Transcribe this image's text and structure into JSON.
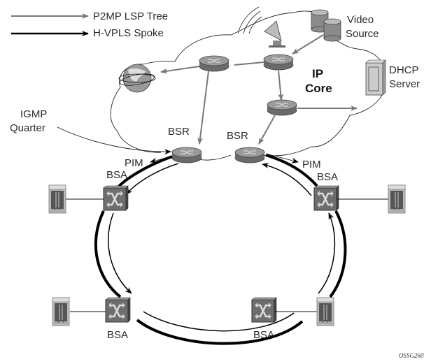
{
  "legend": {
    "items": [
      {
        "label": "P2MP LSP Tree",
        "style": "gray-arrow",
        "color": "#777777"
      },
      {
        "label": "H-VPLS Spoke",
        "style": "black-arrow",
        "color": "#000000"
      }
    ]
  },
  "cloud": {
    "label_line1": "IP",
    "label_line2": "Core"
  },
  "nodes": {
    "video_source": {
      "line1": "Video",
      "line2": "Source"
    },
    "dhcp_server": {
      "line1": "DHCP",
      "line2": "Server"
    },
    "igmp_querier": {
      "line1": "IGMP",
      "line2": "Quarter"
    },
    "bsr_left": "BSR",
    "bsr_right": "BSR",
    "pim_left": "PIM",
    "pim_right": "PIM",
    "bsa_top_left": "BSA",
    "bsa_top_right": "BSA",
    "bsa_bottom_left": "BSA",
    "bsa_bottom_right": "BSA"
  },
  "figure_id": "OSSG260",
  "colors": {
    "p2mp": "#777777",
    "spoke": "#000000",
    "router": "#8a8a8a",
    "switch": "#6e6e6e"
  }
}
